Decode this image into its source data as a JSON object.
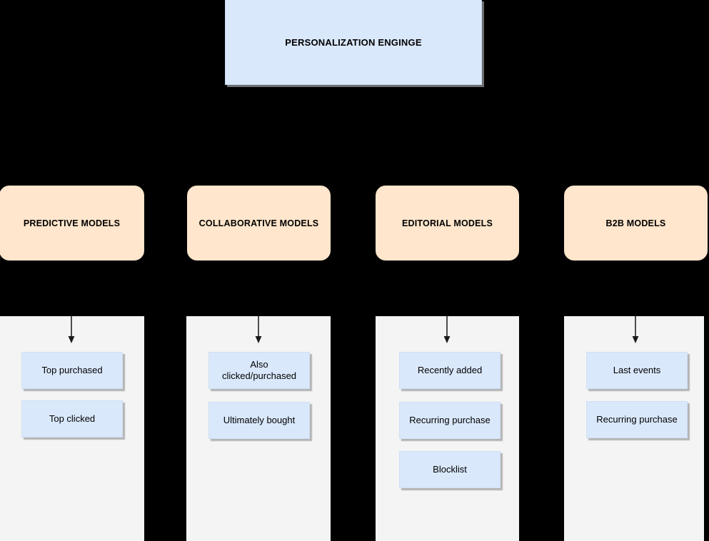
{
  "diagram": {
    "background_color": "#000000",
    "engine": {
      "label": "PERSONALIZATION ENGINGE",
      "fill_color": "#dae8fc"
    },
    "panel_color": "#f4f4f4",
    "model_fill_color": "#ffe6cc",
    "item_fill_color": "#dae8fc",
    "arrow_color": "#4d4d4d",
    "columns": [
      {
        "model_label": "PREDICTIVE MODELS",
        "items": [
          {
            "label": "Top purchased"
          },
          {
            "label": "Top clicked"
          }
        ]
      },
      {
        "model_label": "COLLABORATIVE MODELS",
        "items": [
          {
            "label": "Also clicked/purchased"
          },
          {
            "label": "Ultimately bought"
          }
        ]
      },
      {
        "model_label": "EDITORIAL MODELS",
        "items": [
          {
            "label": "Recently added"
          },
          {
            "label": "Recurring purchase"
          },
          {
            "label": "Blocklist"
          }
        ]
      },
      {
        "model_label": "B2B MODELS",
        "items": [
          {
            "label": "Last events"
          },
          {
            "label": "Recurring purchase"
          }
        ]
      }
    ]
  }
}
